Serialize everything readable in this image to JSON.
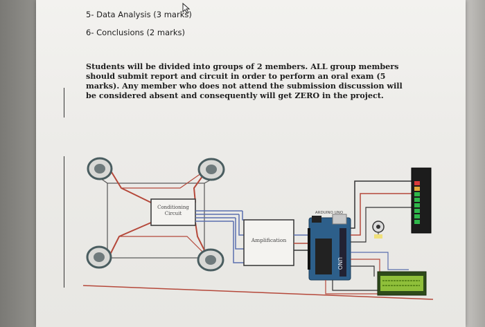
{
  "document": {
    "line_data_analysis": "5- Data Analysis (3 marks)",
    "line_conclusions": "6- Conclusions (2 marks)",
    "paragraph": "Students will be divided into groups of 2 members. ALL group members should submit report and circuit in order to perform an oral exam (5 marks). Any member who does not attend the submission discussion will be considered absent and consequently will get ZERO in the project."
  },
  "diagram": {
    "conditioning_label": "Conditioning Circuit",
    "amplification_label": "Amplification",
    "arduino_label": "ARDUINO UNO",
    "colors": {
      "wire_red": "#b5483a",
      "wire_blue": "#5b6fae",
      "board_blue": "#2d5f8a",
      "lcd_green": "#8fbf3a",
      "led_green": "#2fb84a",
      "led_red": "#d93b3b"
    }
  }
}
